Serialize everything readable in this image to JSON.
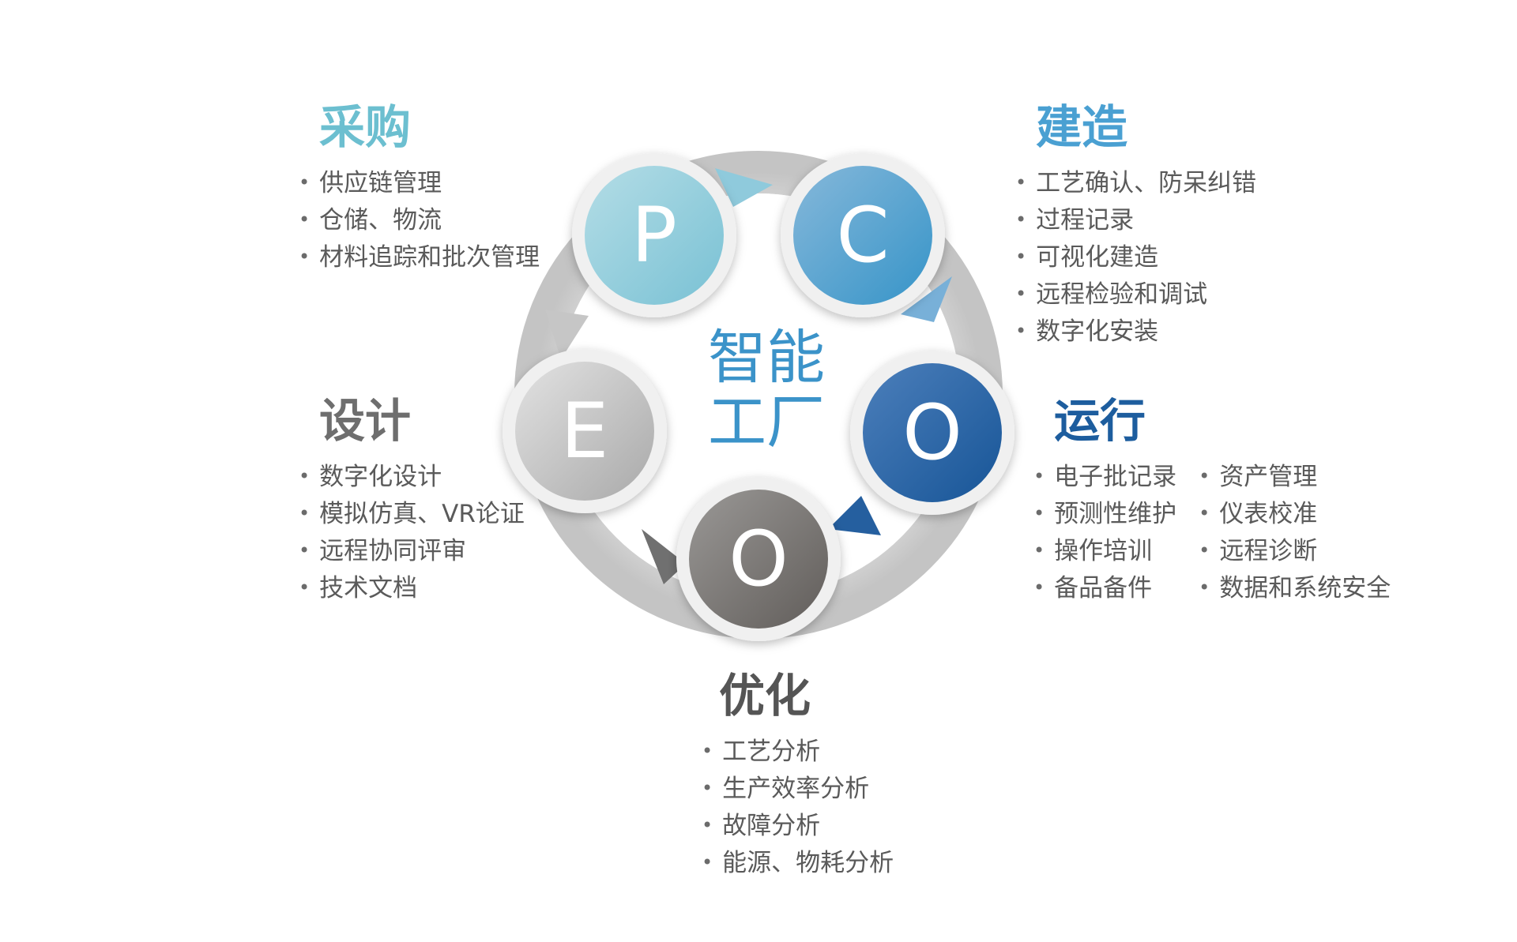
{
  "center_title": [
    "智能",
    "工厂"
  ],
  "circles": [
    {
      "letter": "P"
    },
    {
      "letter": "C"
    },
    {
      "letter": "O"
    },
    {
      "letter": "O"
    },
    {
      "letter": "E"
    }
  ],
  "sections": {
    "procurement": {
      "title": "采购",
      "color": "#6cbfd0",
      "items": [
        "供应链管理",
        "仓储、物流",
        "材料追踪和批次管理"
      ]
    },
    "construction": {
      "title": "建造",
      "color": "#4aa0d2",
      "items": [
        "工艺确认、防呆纠错",
        "过程记录",
        "可视化建造",
        "远程检验和调试",
        "数字化安装"
      ]
    },
    "operation": {
      "title": "运行",
      "color": "#1d5d9e",
      "items_left": [
        "电子批记录",
        "预测性维护",
        "操作培训",
        "备品备件"
      ],
      "items_right": [
        "资产管理",
        "仪表校准",
        "远程诊断",
        "数据和系统安全"
      ]
    },
    "optimization": {
      "title": "优化",
      "color": "#555555",
      "items": [
        "工艺分析",
        "生产效率分析",
        "故障分析",
        "能源、物耗分析"
      ]
    },
    "design": {
      "title": "设计",
      "color": "#6e6e6e",
      "items": [
        "数字化设计",
        "模拟仿真、VR论证",
        "远程协同评审",
        "技术文档"
      ]
    }
  }
}
